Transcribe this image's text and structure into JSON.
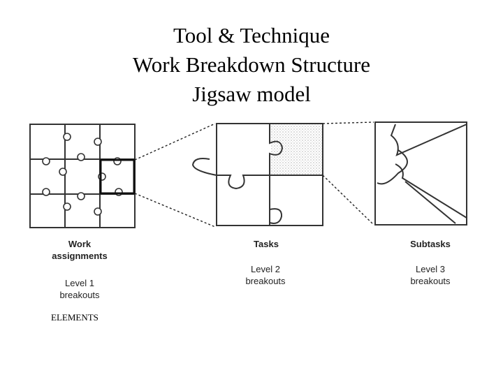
{
  "title": {
    "line1": "Tool & Technique",
    "line2": "Work Breakdown Structure",
    "line3": "Jigsaw model"
  },
  "labels": {
    "work_assignments_line1": "Work",
    "work_assignments_line2": "assignments",
    "level1_line1": "Level 1",
    "level1_line2": "breakouts",
    "tasks": "Tasks",
    "level2_line1": "Level 2",
    "level2_line2": "breakouts",
    "subtasks": "Subtasks",
    "level3_line1": "Level 3",
    "level3_line2": "breakouts",
    "elements": "ELEMENTS"
  }
}
